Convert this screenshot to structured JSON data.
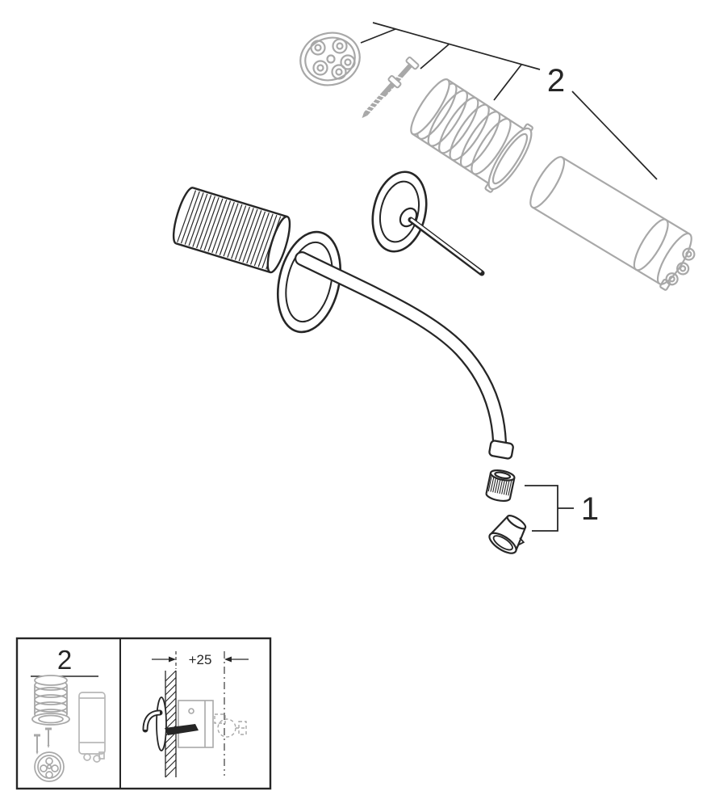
{
  "diagram": {
    "callouts": {
      "spare_parts_group": "2",
      "aerator_group": "1"
    },
    "inset": {
      "spare_group_label": "2",
      "projection_dimension": "+25"
    }
  },
  "colors": {
    "accessory_gray": "#a8a8a8",
    "line_dark": "#262626",
    "background": "#ffffff"
  }
}
